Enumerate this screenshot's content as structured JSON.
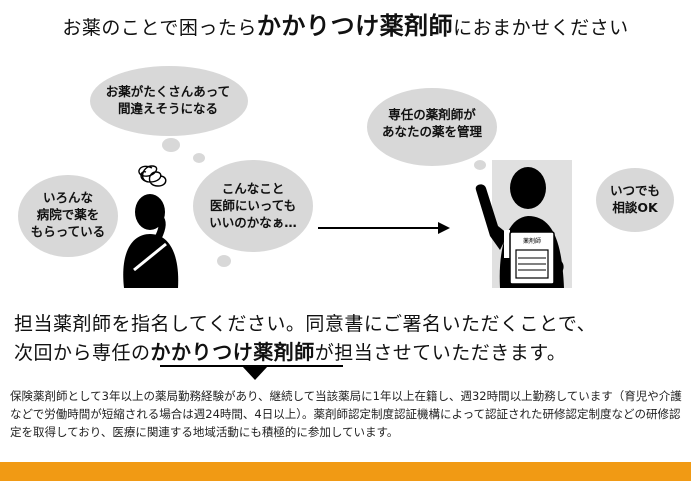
{
  "title": {
    "prefix": "お薬のことで困ったら",
    "emphasis": "かかりつけ薬剤師",
    "suffix": "におまかせください"
  },
  "bubbles": {
    "mistake_line1": "お薬がたくさんあって",
    "mistake_line2": "間違えそうになる",
    "hospitals_line1": "いろんな",
    "hospitals_line2": "病院で薬を",
    "hospitals_line3": "もらっている",
    "doctor_line1": "こんなこと",
    "doctor_line2": "医師にいっても",
    "doctor_line3": "いいのかなぁ…",
    "manage_line1": "専任の薬剤師が",
    "manage_line2": "あなたの薬を管理",
    "consult_line1": "いつでも",
    "consult_line2": "相談OK"
  },
  "pharmacist_badge": "薬剤師",
  "message": {
    "line1": "担当薬剤師を指名してください。同意書にご署名いただくことで、",
    "line2_prefix": "次回から専任の",
    "line2_emphasis": "かかりつけ薬剤師",
    "line2_suffix": "が担当させていただきます。"
  },
  "note": "保険薬剤師として3年以上の薬局勤務経験があり、継続して当該薬局に1年以上在籍し、週32時間以上勤務しています（育児や介護などで労働時間が短縮される場合は週24時間、4日以上）。薬剤師認定制度認証機構によって認証された研修認定制度などの研修認定を取得しており、医療に関連する地域活動にも積極的に参加しています。",
  "colors": {
    "accent_bar": "#f19a14",
    "bubble": "#d8d8d8",
    "text": "#111111"
  },
  "icons": [
    "worried-person-icon",
    "thought-scribble-icon",
    "pharmacist-icon",
    "clipboard-icon",
    "arrow-right-icon"
  ]
}
